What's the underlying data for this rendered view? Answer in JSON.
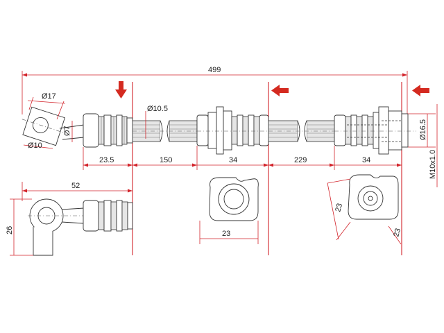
{
  "dims": {
    "overall_length": "499",
    "banjo_outer_dia": "Ø17",
    "banjo_hole_dia": "Ø10",
    "neck_dia": "Ø7",
    "hose_dia": "Ø10.5",
    "fitting_dia": "Ø16.5",
    "thread": "M10x1.0",
    "left_fitting_len": "23.5",
    "hose_len_1": "150",
    "bracket_len": "34",
    "hose_len_2": "229",
    "end_len": "34",
    "banjo_reach": "52",
    "banjo_height": "26",
    "bracket_width": "23",
    "end_flat": "23",
    "end_width": "23"
  },
  "colors": {
    "dimension_red": "#d2232a",
    "arrow_red": "#d42a20",
    "outline": "#333333",
    "ribbing_gray": "#e6e6e6"
  },
  "icons": [
    "section-arrow-down-icon",
    "section-arrow-left-icon"
  ]
}
